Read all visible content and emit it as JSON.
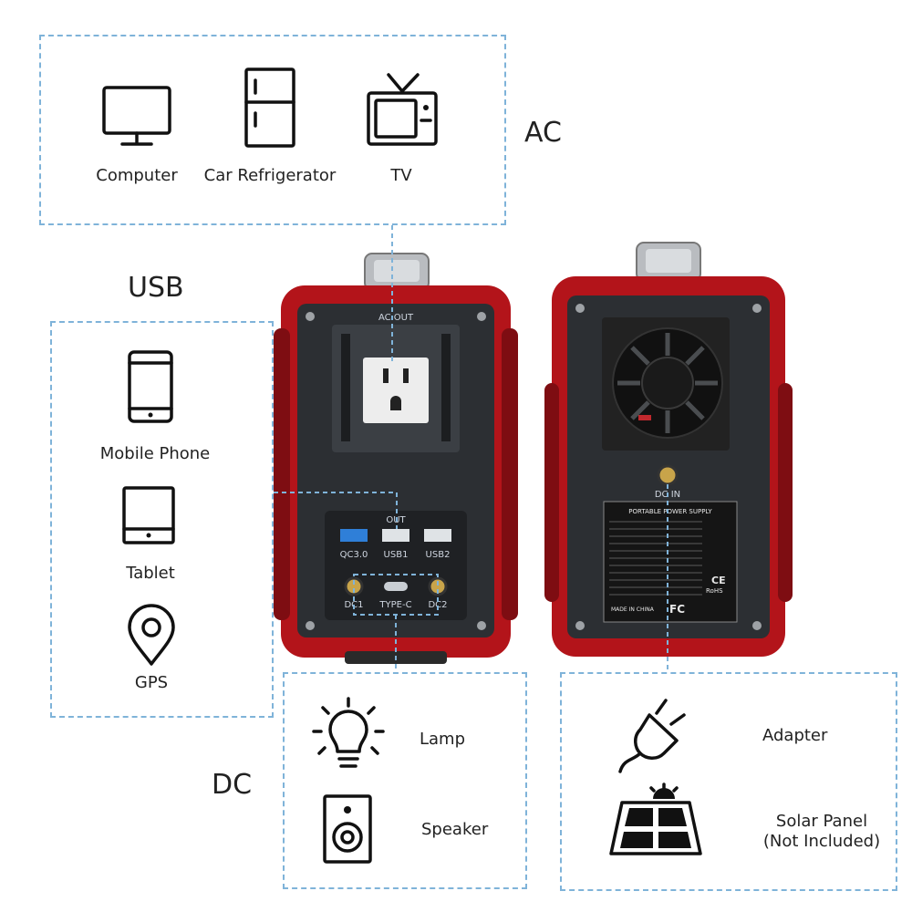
{
  "sections": {
    "ac": {
      "label": "AC",
      "items": [
        {
          "label": "Computer",
          "icon": "computer-icon"
        },
        {
          "label": "Car Refrigerator",
          "icon": "refrigerator-icon"
        },
        {
          "label": "TV",
          "icon": "tv-icon"
        }
      ]
    },
    "usb": {
      "label": "USB",
      "items": [
        {
          "label": "Mobile Phone",
          "icon": "mobile-phone-icon"
        },
        {
          "label": "Tablet",
          "icon": "tablet-icon"
        },
        {
          "label": "GPS",
          "icon": "gps-pin-icon"
        }
      ]
    },
    "dc": {
      "label": "DC",
      "items": [
        {
          "label": "Lamp",
          "icon": "lamp-icon"
        },
        {
          "label": "Speaker",
          "icon": "speaker-icon"
        }
      ]
    },
    "input": {
      "items": [
        {
          "label": "Adapter",
          "icon": "plug-icon"
        },
        {
          "label_line1": "Solar Panel",
          "label_line2": "(Not Included)",
          "icon": "solar-panel-icon"
        }
      ]
    }
  },
  "device_front": {
    "ac_out_label": "AC OUT",
    "out_label": "OUT",
    "ports": [
      "QC3.0",
      "USB1",
      "USB2"
    ],
    "dc_ports": [
      "DC1",
      "TYPE-C",
      "DC2"
    ]
  },
  "device_back": {
    "dc_in_label": "DC IN",
    "sticker_title": "PORTABLE POWER SUPPLY",
    "sticker_made_in": "MADE IN CHINA",
    "sticker_marks": [
      "FC",
      "RoHS",
      "CE"
    ]
  },
  "colors": {
    "dashed_border": "#7fb3d9",
    "device_red": "#b3141a",
    "panel_dark": "#2c2f33"
  }
}
